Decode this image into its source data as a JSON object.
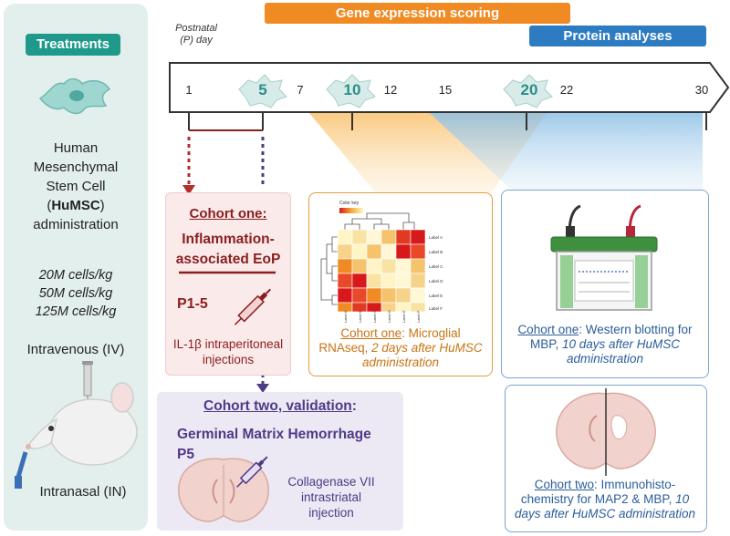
{
  "left_panel": {
    "badge": "Treatments",
    "stem_cell_lines": [
      "Human",
      "Mesenchymal",
      "Stem Cell",
      "(",
      "HuMSC",
      ")",
      "administration"
    ],
    "doses": [
      "20M cells/kg",
      "50M cells/kg",
      "125M cells/kg"
    ],
    "route_iv": "Intravenous (IV)",
    "route_in": "Intranasal (IN)"
  },
  "bars": {
    "gene": "Gene expression scoring",
    "protein": "Protein analyses"
  },
  "timeline": {
    "axis_label_1": "Postnatal",
    "axis_label_2": "(P) day",
    "ticks": [
      "1",
      "7",
      "12",
      "15",
      "22",
      "30"
    ],
    "highlighted": [
      "5",
      "10",
      "20"
    ]
  },
  "cohort_one_box": {
    "title": "Cohort one",
    "title_suffix": ":",
    "model_1": "Inflammation-",
    "model_2": "associated EoP",
    "days": "P1-5",
    "desc_1": "IL-1β intraperitoneal",
    "desc_2": "injections"
  },
  "cohort_two_box": {
    "title": "Cohort two, validation",
    "title_suffix": ":",
    "model": "Germinal Matrix Hemorrhage",
    "day": "P5",
    "desc_1": "Collagenase VII",
    "desc_2": "intrastriatal",
    "desc_3": "injection"
  },
  "rnaseq_box": {
    "color_key": "Color key",
    "row_labels": [
      "Label A",
      "Label B",
      "Label C",
      "Label D",
      "Label E",
      "Label F"
    ],
    "col_labels": [
      "Label A",
      "Label B",
      "Label C",
      "Label D",
      "Label E",
      "Label F"
    ],
    "cohort": "Cohort one",
    "text_1": ": Microglial",
    "text_2": "RNAseq,",
    "text_2_italic": "2 days after HuMSC",
    "text_3_italic": "administration"
  },
  "wb_box": {
    "cohort": "Cohort one",
    "text_1": ": Western blotting for",
    "text_2": "MBP,",
    "text_2_italic": "10 days after HuMSC",
    "text_3_italic": "administration"
  },
  "ihc_box": {
    "cohort": "Cohort two",
    "text_1": ": Immunohisto-",
    "text_2": "chemistry for MAP2 & MBP,",
    "text_2_italic": "10",
    "text_3_italic": "days after HuMSC administration"
  },
  "colors": {
    "teal": "#1f9a8a",
    "orange": "#f08a22",
    "blue": "#2d7cc2",
    "dark_red": "#8a1f1f",
    "purple": "#4f3a86"
  }
}
